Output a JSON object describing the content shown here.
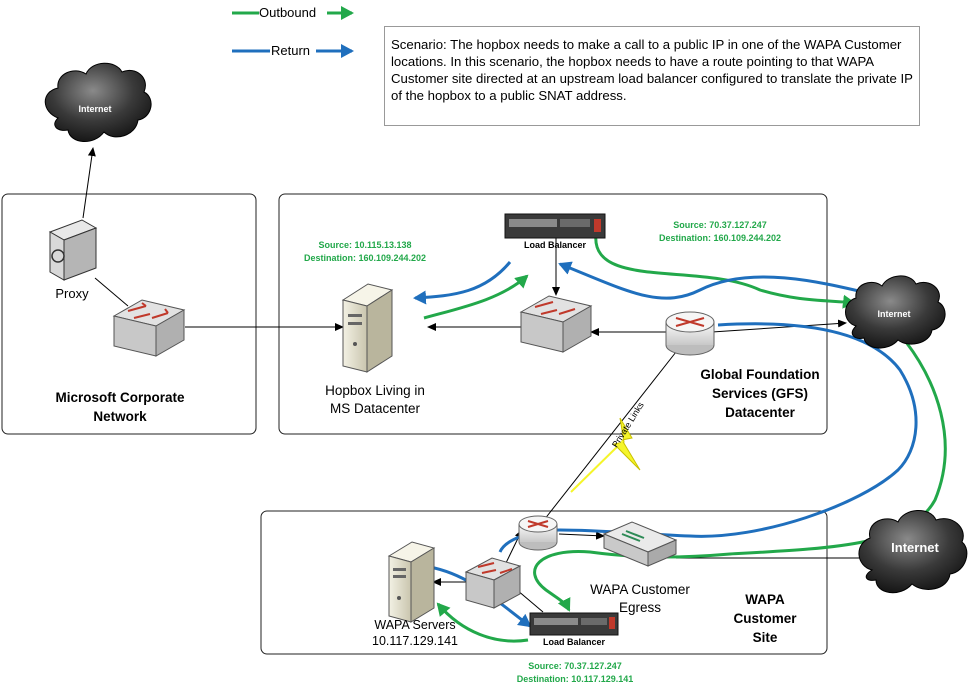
{
  "legend": {
    "outbound_label": "Outbound",
    "return_label": "Return",
    "outbound_color": "#22a84a",
    "return_color": "#1f6fbd"
  },
  "scenario_text": "Scenario: The hopbox needs to make a call to a public IP in one of the WAPA Customer locations.  In this scenario, the hopbox needs to have a route pointing to that WAPA Customer site directed at an upstream load balancer configured to translate the private IP of the hopbox to a public SNAT address.",
  "clouds": {
    "top_left": "Internet",
    "right_mid": "Internet",
    "right_bottom": "Internet"
  },
  "devices": {
    "proxy": "Proxy",
    "load_balancer_top": "Load Balancer",
    "load_balancer_bottom": "Load Balancer",
    "hopbox_line1": "Hopbox Living in",
    "hopbox_line2": "MS Datacenter",
    "wapa_servers_line1": "WAPA Servers",
    "wapa_servers_line2": "10.117.129.141",
    "egress_line1": "WAPA Customer",
    "egress_line2": "Egress",
    "private_links": "Private Links"
  },
  "zones": {
    "corp_line1": "Microsoft Corporate",
    "corp_line2": "Network",
    "gfs_line1": "Global Foundation",
    "gfs_line2": "Services (GFS)",
    "gfs_line3": "Datacenter",
    "wapa_line1": "WAPA",
    "wapa_line2": "Customer",
    "wapa_line3": "Site"
  },
  "annotations": {
    "hopbox_source": "Source: 10.115.13.138",
    "hopbox_destination": "Destination: 160.109.244.202",
    "snat_source": "Source: 70.37.127.247",
    "snat_destination": "Destination: 160.109.244.202",
    "wapa_source": "Source: 70.37.127.247",
    "wapa_destination": "Destination: 10.117.129.141"
  }
}
